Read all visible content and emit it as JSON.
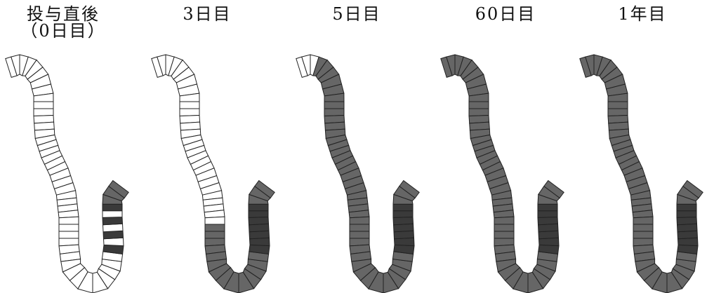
{
  "panels": [
    {
      "title": "投与直後",
      "subtitle": "（0日目）",
      "filled_fraction": 0.05
    },
    {
      "title": "3日目",
      "subtitle": "",
      "filled_fraction": 0.45
    },
    {
      "title": "5日目",
      "subtitle": "",
      "filled_fraction": 0.93
    },
    {
      "title": "60日目",
      "subtitle": "",
      "filled_fraction": 1.0
    },
    {
      "title": "1年目",
      "subtitle": "",
      "filled_fraction": 1.0
    }
  ],
  "colors": {
    "filled": "#666666",
    "filled_dark": "#3a3a3a",
    "outline": "#222222",
    "empty": "#ffffff"
  }
}
